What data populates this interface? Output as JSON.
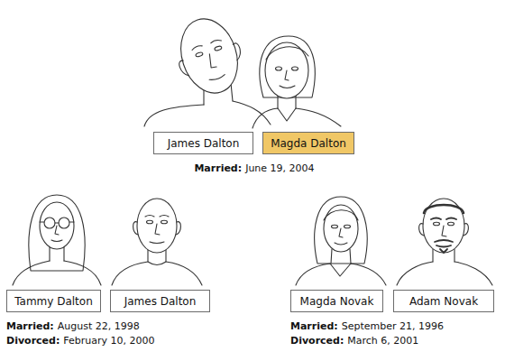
{
  "diagram": {
    "nodes": [
      {
        "text": [
          "James Dalton"
        ]
      },
      {
        "text": [
          "Magda Dalton"
        ]
      },
      {
        "text": [
          "Tammy Dalton"
        ]
      },
      {
        "text": [
          "James Dalton"
        ]
      },
      {
        "text": [
          "Magda Novak"
        ]
      },
      {
        "text": [
          "Adam Novak"
        ]
      }
    ],
    "labels": [
      "Married:",
      "June 19, 2004",
      "Married:",
      "August 22, 1998",
      "Divorced:",
      "February 10, 2000",
      "Married:",
      "September 21, 1996",
      "Divorced:",
      "March 6, 2001"
    ]
  }
}
